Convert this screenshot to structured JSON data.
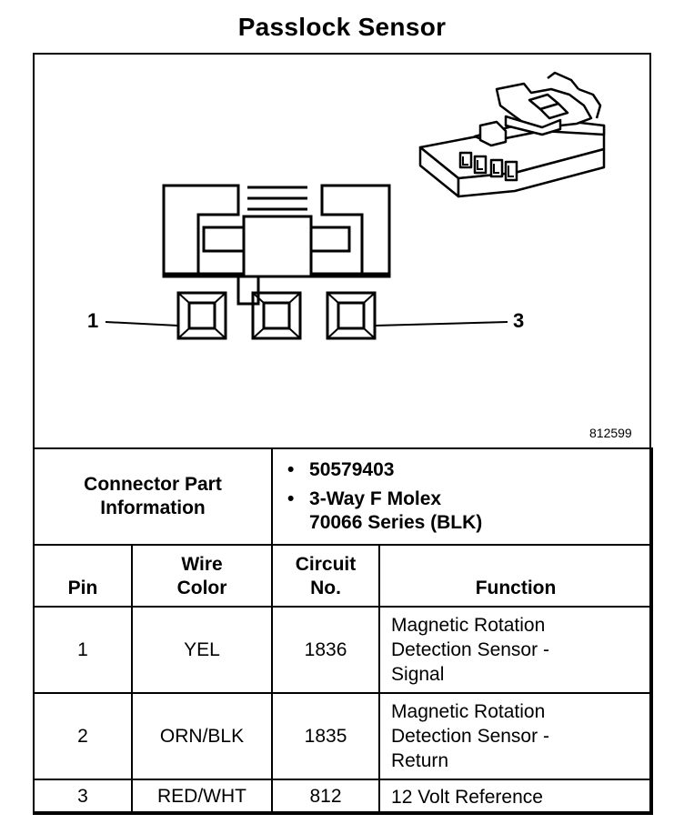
{
  "title": "Passlock Sensor",
  "figure_id": "812599",
  "pin_labels": {
    "left": "1",
    "right": "3"
  },
  "connector_info": {
    "label": "Connector Part Information",
    "part_number": "50579403",
    "description_line1": "3-Way F Molex",
    "description_line2": "70066 Series (BLK)"
  },
  "columns": {
    "pin": "Pin",
    "wire_color_line1": "Wire",
    "wire_color_line2": "Color",
    "circuit_line1": "Circuit",
    "circuit_line2": "No.",
    "function": "Function"
  },
  "rows": [
    {
      "pin": "1",
      "wire_color": "YEL",
      "circuit": "1836",
      "function_line1": "Magnetic Rotation",
      "function_line2": "Detection Sensor -",
      "function_line3": "Signal"
    },
    {
      "pin": "2",
      "wire_color": "ORN/BLK",
      "circuit": "1835",
      "function_line1": "Magnetic Rotation",
      "function_line2": "Detection Sensor -",
      "function_line3": "Return"
    },
    {
      "pin": "3",
      "wire_color": "RED/WHT",
      "circuit": "812",
      "function_line1": "12 Volt Reference"
    }
  ]
}
